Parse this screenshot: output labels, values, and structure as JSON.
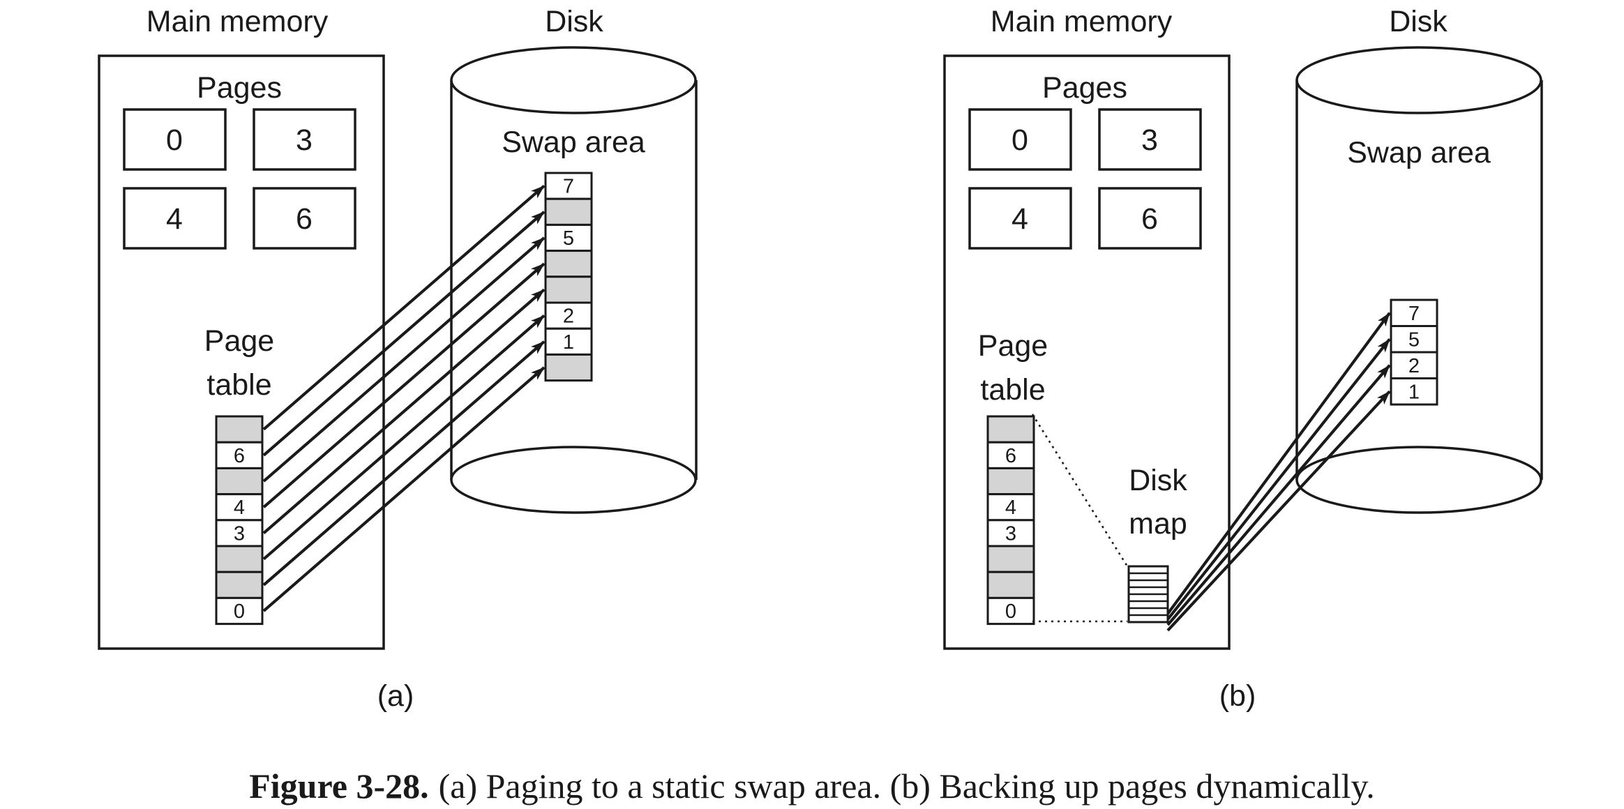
{
  "panel_a": {
    "main_memory_label": "Main memory",
    "disk_label": "Disk",
    "pages_label": "Pages",
    "pages": [
      "0",
      "3",
      "4",
      "6"
    ],
    "page_table_label_line1": "Page",
    "page_table_label_line2": "table",
    "page_table": [
      "",
      "6",
      "",
      "4",
      "3",
      "",
      "",
      "0"
    ],
    "swap_area_label": "Swap area",
    "swap_slots": [
      "7",
      "",
      "5",
      "",
      "",
      "2",
      "1",
      ""
    ],
    "panel_label": "(a)"
  },
  "panel_b": {
    "main_memory_label": "Main memory",
    "disk_label": "Disk",
    "pages_label": "Pages",
    "pages": [
      "0",
      "3",
      "4",
      "6"
    ],
    "page_table_label_line1": "Page",
    "page_table_label_line2": "table",
    "page_table": [
      "",
      "6",
      "",
      "4",
      "3",
      "",
      "",
      "0"
    ],
    "disk_map_label_line1": "Disk",
    "disk_map_label_line2": "map",
    "swap_area_label": "Swap area",
    "swap_slots": [
      "7",
      "5",
      "2",
      "1"
    ],
    "panel_label": "(b)"
  },
  "caption": {
    "figure_number": "Figure 3-28.",
    "text": "(a) Paging to a static swap area. (b) Backing up pages dynamically."
  }
}
